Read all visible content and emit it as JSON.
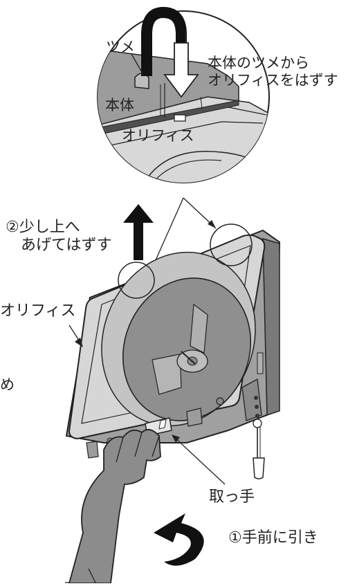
{
  "labels": {
    "tsume": "ツメ",
    "instruction_detach_line1": "本体のツメから",
    "instruction_detach_line2": "オリフィスをはずす",
    "main_body": "本体",
    "orifice_zoom": "オリフィス",
    "step2_line1": "②少し上へ",
    "step2_line2": "あげてはずす",
    "orifice": "オリフィス",
    "cutoff_char": "め",
    "handle": "取っ手",
    "step1": "①手前に引き"
  },
  "colors": {
    "line": "#222222",
    "light_gray": "#d6d6d6",
    "mid_gray": "#9a9a9a",
    "dark_gray": "#707070",
    "hand_gray": "#8c8c8c",
    "arrow_black": "#111111"
  }
}
